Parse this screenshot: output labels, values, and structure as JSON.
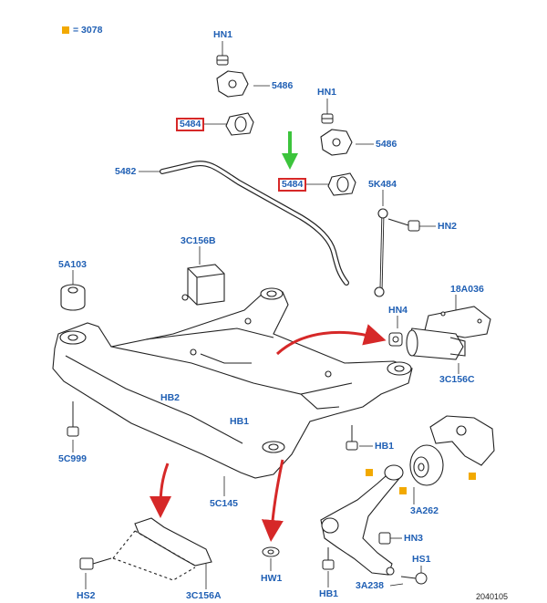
{
  "legend": {
    "marker_color": "#f2a900",
    "text": "= 3078"
  },
  "label_color": "#1f5fb4",
  "highlight_color": "#d62828",
  "arrow_red": "#d62828",
  "arrow_green": "#3cc43c",
  "parts": {
    "hn1_left": "HN1",
    "p5486_left": "5486",
    "p5484_left": "5484",
    "p5482": "5482",
    "hn1_right": "HN1",
    "p5486_right": "5486",
    "p5484_right": "5484",
    "p5k484": "5K484",
    "hn2": "HN2",
    "p3c156b": "3C156B",
    "p5a103": "5A103",
    "p18a036": "18A036",
    "hn4": "HN4",
    "p3c156c": "3C156C",
    "hb2": "HB2",
    "hb1_mid": "HB1",
    "p5c999": "5C999",
    "hb1_right": "HB1",
    "p5c145": "5C145",
    "p3a262": "3A262",
    "hn3": "HN3",
    "hs1": "HS1",
    "hw1": "HW1",
    "hb1_bottom": "HB1",
    "p3a238": "3A238",
    "hs2": "HS2",
    "p3c156a": "3C156A"
  },
  "drawing_code": "2040105"
}
